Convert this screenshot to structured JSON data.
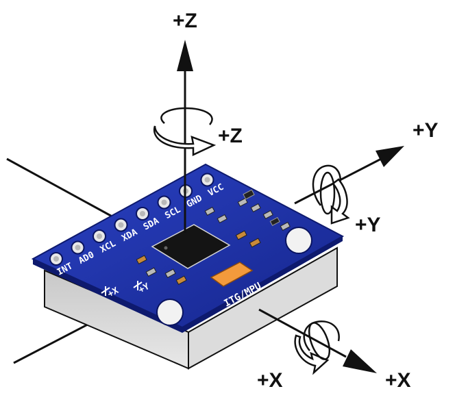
{
  "axes": {
    "z_translation": "+Z",
    "z_rotation": "+Z",
    "y_translation": "+Y",
    "y_rotation": "+Y",
    "x_translation": "+X",
    "x_rotation": "+X"
  },
  "board": {
    "pins": [
      "INT",
      "AD0",
      "XCL",
      "XDA",
      "SDA",
      "SCL",
      "GND",
      "VCC"
    ],
    "chip_label": "ITG/MPU",
    "axis_marks": [
      "+X",
      "+Y"
    ]
  },
  "colors": {
    "board": "#1a2ea0",
    "board_edge": "#0e1a6e",
    "base_top": "#ececec",
    "base_side": "#d4d4d4",
    "arrow": "#111111",
    "crystal": "#f39a3c"
  }
}
